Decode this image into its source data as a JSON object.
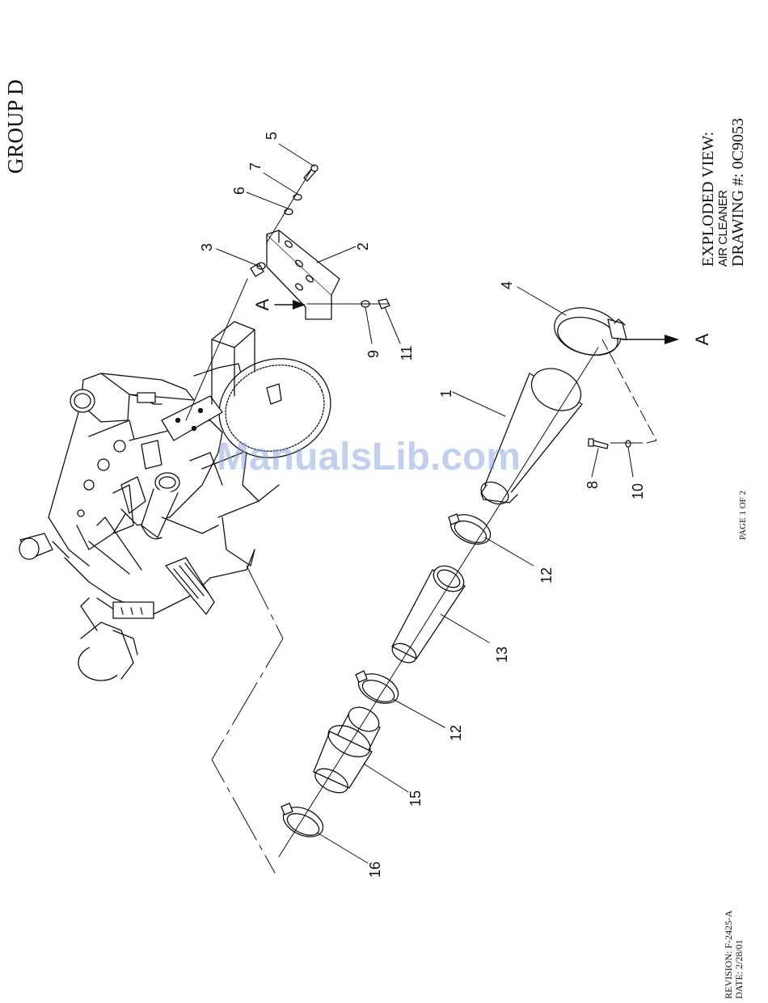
{
  "header": {
    "group_title": "GROUP D"
  },
  "title_block": {
    "view_label": "EXPLODED VIEW:",
    "subject": "AIR CLEANER",
    "drawing_number": "DRAWING #: 0C9053"
  },
  "footer": {
    "page_indicator": "PAGE 1 OF 2",
    "revision": "REVISION: F-2425-A",
    "date": "DATE:  2/28/01"
  },
  "watermark": "ManualsLib.com",
  "callouts": [
    "1",
    "2",
    "3",
    "4",
    "5",
    "6",
    "7",
    "8",
    "9",
    "10",
    "11",
    "12",
    "12",
    "13",
    "15",
    "16"
  ],
  "section_marks": [
    "A",
    "A"
  ],
  "colors": {
    "ink": "#111111",
    "watermark": "#7896dc"
  }
}
